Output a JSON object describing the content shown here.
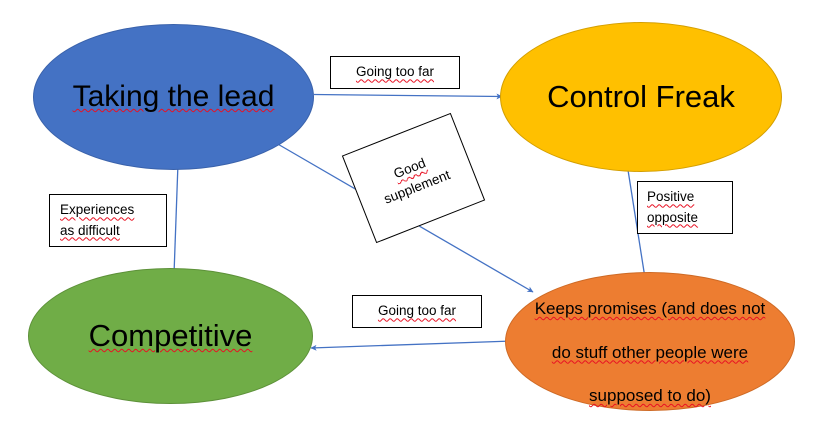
{
  "diagram": {
    "type": "concept-map",
    "background": "#ffffff",
    "connector_color": "#4472C4",
    "nodes": [
      {
        "id": "taking-the-lead",
        "label": "Taking the lead",
        "fill": "#4472C4",
        "misspelled": true
      },
      {
        "id": "control-freak",
        "label": "Control Freak",
        "fill": "#FFC000",
        "misspelled": false
      },
      {
        "id": "competitive",
        "label": "Competitive",
        "fill": "#70AD47",
        "misspelled": true
      },
      {
        "id": "keeps-promises",
        "label": "Keeps promises (and does not\ndo stuff other people were\nsupposed to do)",
        "line1": "Keeps promises (and does not",
        "line2": "do stuff other people were",
        "line3": "supposed to do)",
        "fill": "#ED7D31",
        "misspelled": true
      }
    ],
    "edge_labels": [
      {
        "id": "going-too-far-top",
        "text": "Going too far",
        "from": "taking-the-lead",
        "to": "control-freak",
        "rotated": false
      },
      {
        "id": "good-supplement",
        "line1": "Good",
        "line2": "supplement",
        "text": "Good supplement",
        "from": "taking-the-lead",
        "to": "keeps-promises",
        "rotated": true
      },
      {
        "id": "positive-opposite",
        "line1": "Positive",
        "line2": "opposite",
        "text": "Positive opposite",
        "from": "control-freak",
        "to": "keeps-promises",
        "rotated": false
      },
      {
        "id": "experiences-as-difficult",
        "line1": "Experiences",
        "line2": "as difficult",
        "text": "Experiences as difficult",
        "from": "competitive",
        "to": "taking-the-lead",
        "rotated": false
      },
      {
        "id": "going-too-far-bottom",
        "text": "Going too far",
        "from": "keeps-promises",
        "to": "competitive",
        "rotated": false
      }
    ]
  }
}
